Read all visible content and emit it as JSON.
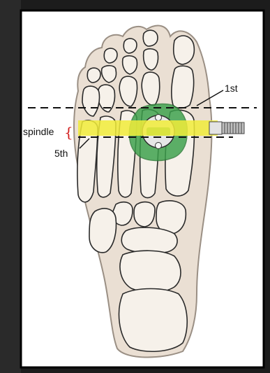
{
  "diagram": {
    "labels": {
      "first": "1st",
      "spindle": "spindle",
      "fifth": "5th",
      "brace": "{"
    },
    "colors": {
      "background": "#1c1c1c",
      "panel": "#ffffff",
      "bone_fill": "#eadfd3",
      "bone_stroke": "#2a2a2a",
      "spindle": "#f1ec3a",
      "cleat": "#3aa04a",
      "cleat_center": "#e6e6e6",
      "brace": "#d11a1a",
      "dash_line": "#111111",
      "threaded_end": "#bfbfbf"
    }
  }
}
